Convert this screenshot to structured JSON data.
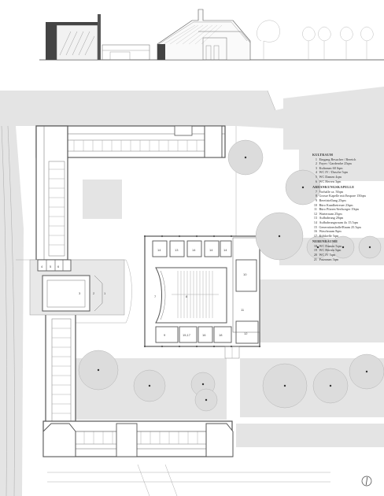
{
  "legend": {
    "groups": [
      {
        "title": "KULTRAUM",
        "items": [
          {
            "n": "1",
            "t": "Eingang Besucher / Bereich"
          },
          {
            "n": "2",
            "t": "Foyer / Garderobe 25qm"
          },
          {
            "n": "3",
            "t": "Kultraum 60 Sqm"
          },
          {
            "n": "4",
            "t": "WC IV / Dusche 5qm"
          },
          {
            "n": "5",
            "t": "WC Damen 4qm"
          },
          {
            "n": "6",
            "t": "WC Herren 3qm"
          }
        ]
      },
      {
        "title": "ABDANKUNGSKAPELLE",
        "items": [
          {
            "n": "7",
            "t": "Vorhalle ca. 50qm"
          },
          {
            "n": "8",
            "t": "Grosse Kapelle mit Empore 150qm"
          },
          {
            "n": "9",
            "t": "Bereitstellung 25qm"
          },
          {
            "n": "10",
            "t": "Büro Kundbetreuer 23qm"
          },
          {
            "n": "11",
            "t": "Büro Pfarrer/Seelsorger 19qm"
          },
          {
            "n": "12",
            "t": "Warteraum 25qm"
          },
          {
            "n": "13",
            "t": "Aufbahrung 20qm"
          },
          {
            "n": "14",
            "t": "Aufbahrungsraum 4x 15.5qm"
          },
          {
            "n": "15",
            "t": "Generationshalle/Raum 25.5qm"
          },
          {
            "n": "16",
            "t": "Waschraum 8qm"
          },
          {
            "n": "17",
            "t": "Kühlzelle 5qm"
          }
        ]
      },
      {
        "title": "NEBENRÄUME",
        "items": [
          {
            "n": "18",
            "t": "WC Damen 5qm"
          },
          {
            "n": "19",
            "t": "WC Herren 5qm"
          },
          {
            "n": "20",
            "t": "WC IV 5qm"
          },
          {
            "n": "21",
            "t": "Putzraum 3qm"
          }
        ]
      }
    ]
  },
  "room_labels": [
    {
      "key": "14a",
      "text": "14"
    },
    {
      "key": "13",
      "text": "13"
    },
    {
      "key": "14b",
      "text": "14"
    },
    {
      "key": "14c",
      "text": "14"
    },
    {
      "key": "14d",
      "text": "14"
    },
    {
      "key": "10",
      "text": "10"
    },
    {
      "key": "7",
      "text": "7"
    },
    {
      "key": "8",
      "text": "8"
    },
    {
      "key": "9",
      "text": "9"
    },
    {
      "key": "1517",
      "text": "15,17"
    },
    {
      "key": "16",
      "text": "16"
    },
    {
      "key": "18",
      "text": "18"
    },
    {
      "key": "11",
      "text": "11"
    },
    {
      "key": "12",
      "text": "12"
    },
    {
      "key": "3",
      "text": "3"
    },
    {
      "key": "2",
      "text": "2"
    },
    {
      "key": "1",
      "text": "1"
    },
    {
      "key": "4",
      "text": "4"
    },
    {
      "key": "5",
      "text": "5"
    },
    {
      "key": "6",
      "text": "6"
    }
  ],
  "colors": {
    "ground": "#e4e4e4",
    "wall": "#5a5a5a",
    "line": "#777777",
    "tree_fill": "#dcdcdc"
  }
}
